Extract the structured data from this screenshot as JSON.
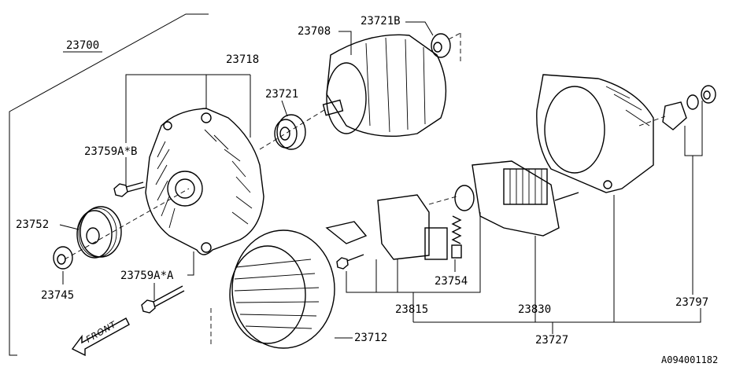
{
  "diagram": {
    "reference_code": "A094001182",
    "direction_label": "FRONT",
    "callouts": {
      "c23700": "23700",
      "c23708": "23708",
      "c23721B": "23721B",
      "c23718": "23718",
      "c23721": "23721",
      "c23759AB": "23759A*B",
      "c23752": "23752",
      "c23745": "23745",
      "c23759AA": "23759A*A",
      "c23712": "23712",
      "c23754": "23754",
      "c23815": "23815",
      "c23830": "23830",
      "c23727": "23727",
      "c23797": "23797"
    }
  }
}
